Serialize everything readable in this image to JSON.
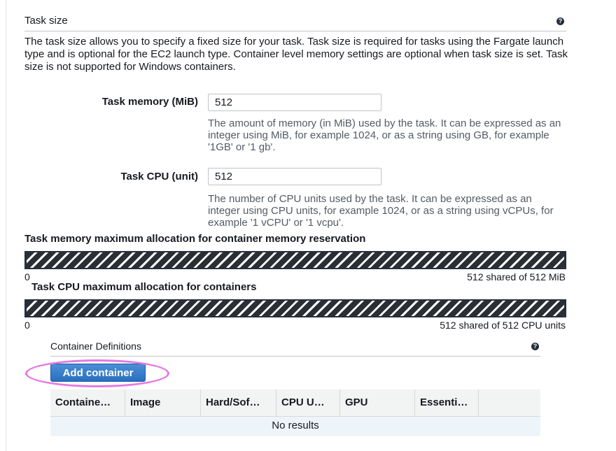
{
  "task_size": {
    "title": "Task size",
    "help": "?",
    "description": "The task size allows you to specify a fixed size for your task. Task size is required for tasks using the Fargate launch type and is optional for the EC2 launch type. Container level memory settings are optional when task size is set. Task size is not supported for Windows containers."
  },
  "memory": {
    "label": "Task memory (MiB)",
    "value": "512",
    "hint": "The amount of memory (in MiB) used by the task. It can be expressed as an integer using MiB, for example 1024, or as a string using GB, for example '1GB' or '1 gb'."
  },
  "cpu": {
    "label": "Task CPU (unit)",
    "value": "512",
    "hint": "The number of CPU units used by the task. It can be expressed as an integer using CPU units, for example 1024, or as a string using vCPUs, for example '1 vCPU' or '1 vcpu'."
  },
  "memory_allocation": {
    "title": "Task memory maximum allocation for container memory reservation",
    "min": "0",
    "summary": "512 shared of 512 MiB",
    "shared_fraction": 1.0
  },
  "cpu_allocation": {
    "title": "Task CPU maximum allocation for containers",
    "min": "0",
    "summary": "512 shared of 512 CPU units",
    "shared_fraction": 1.0
  },
  "container_definitions": {
    "title": "Container Definitions",
    "help": "?",
    "add_button": "Add container",
    "columns": [
      "Containe…",
      "Image",
      "Hard/Sof…",
      "CPU U…",
      "GPU",
      "Essenti…",
      ""
    ],
    "empty_text": "No results"
  },
  "colors": {
    "button_blue": "#2a6fc0",
    "highlight": "#e57ae0",
    "header_bg": "#f2f3f3",
    "empty_row_bg": "#eef5fa"
  }
}
